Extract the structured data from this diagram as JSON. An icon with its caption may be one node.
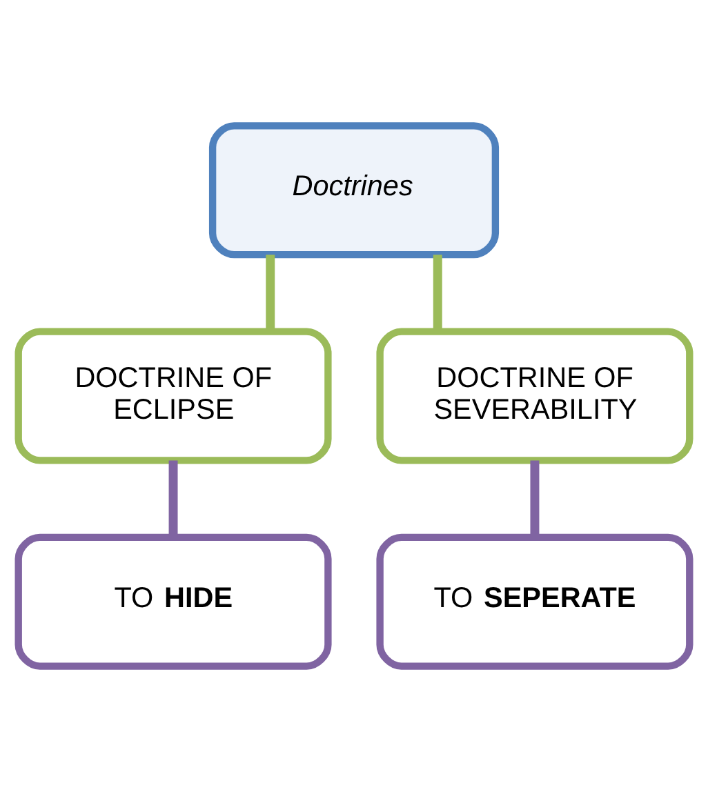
{
  "diagram": {
    "nodes": [
      {
        "text": [
          "Doctrines"
        ]
      },
      {
        "text": [
          "DOCTRINE OF ECLIPSE"
        ]
      },
      {
        "text": [
          "DOCTRINE OF SEVERABILITY"
        ]
      },
      {
        "text": [
          "TO **HIDE**"
        ]
      },
      {
        "text": [
          "TO **SEPERATE**"
        ]
      }
    ],
    "edges": [
      {
        "from": 0,
        "to": 1,
        "arrow": "none",
        "color": "#9bbb59"
      },
      {
        "from": 0,
        "to": 2,
        "arrow": "none",
        "color": "#9bbb59"
      },
      {
        "from": 1,
        "to": 3,
        "arrow": "none",
        "color": "#8064a2"
      },
      {
        "from": 2,
        "to": 4,
        "arrow": "none",
        "color": "#8064a2"
      }
    ]
  }
}
